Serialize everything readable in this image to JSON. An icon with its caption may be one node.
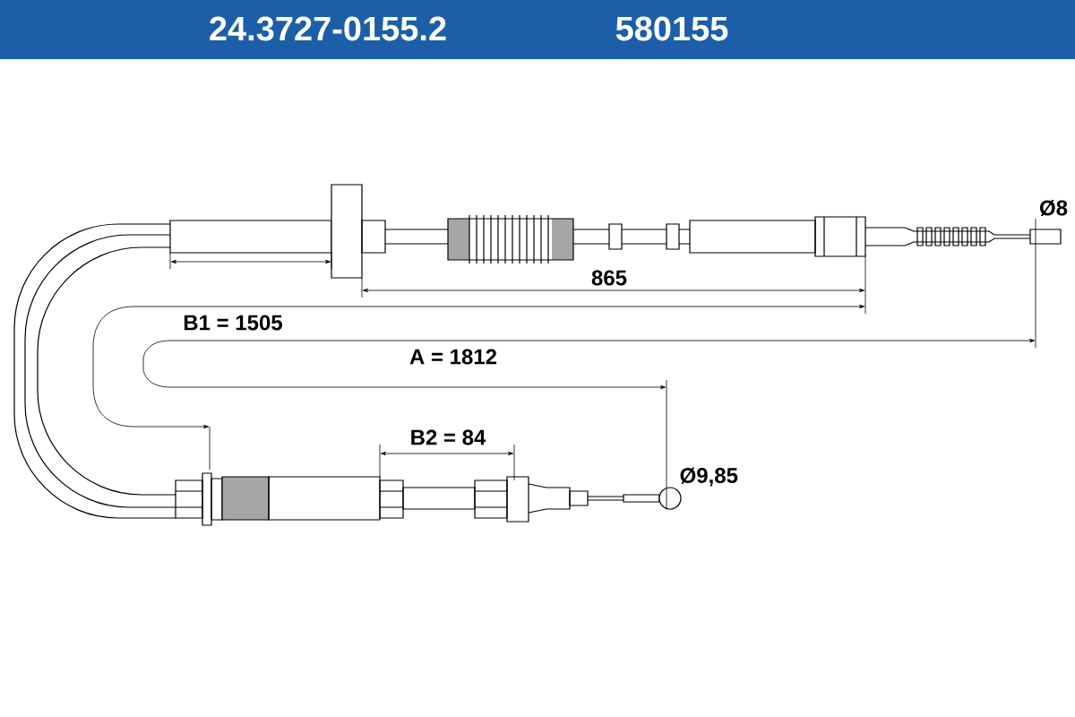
{
  "diagram": {
    "title": "24.3727-0155.2",
    "labels": [
      "580155",
      "Ø8",
      "865",
      "B1 = 1505",
      "A = 1812",
      "B2 = 84",
      "Ø9,85"
    ]
  }
}
